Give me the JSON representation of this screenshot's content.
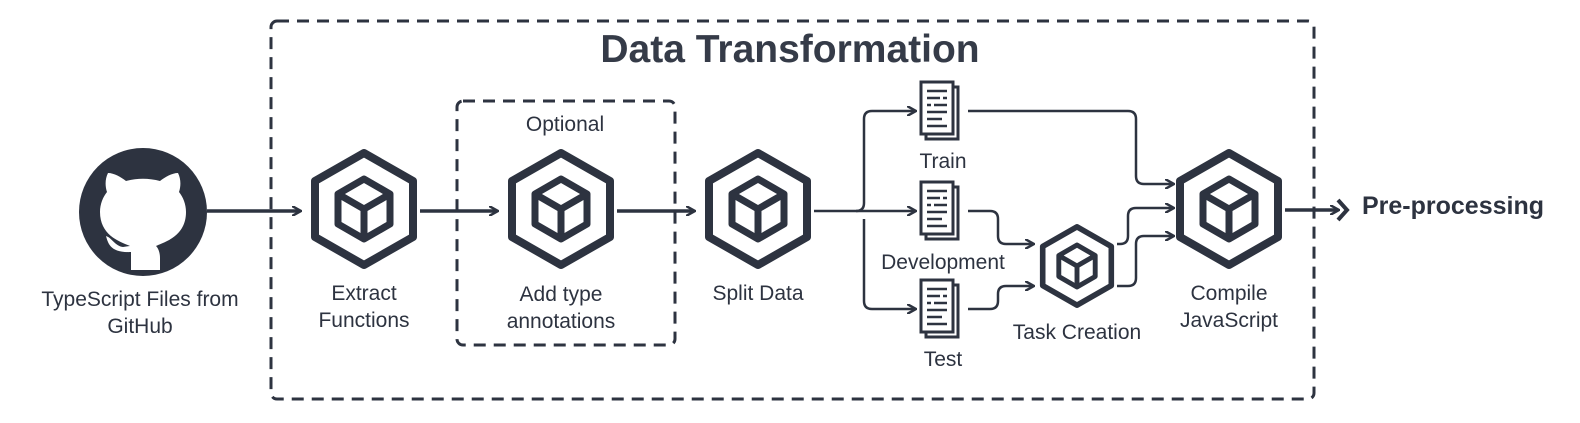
{
  "title": "Data Transformation",
  "source_label": "TypeScript Files from\nGitHub",
  "optional_label": "Optional",
  "nodes": {
    "extract": "Extract\nFunctions",
    "annotate": "Add type\nannotations",
    "split": "Split Data",
    "train": "Train",
    "development": "Development",
    "test": "Test",
    "task": "Task Creation",
    "compile": "Compile\nJavaScript"
  },
  "output_label": "Pre-processing",
  "icons": {
    "source": "github-icon",
    "process": "cube-icon",
    "dataset": "document-stack-icon"
  },
  "colors": {
    "stroke": "#2d3340",
    "text": "#2d3340",
    "background": "#ffffff"
  }
}
